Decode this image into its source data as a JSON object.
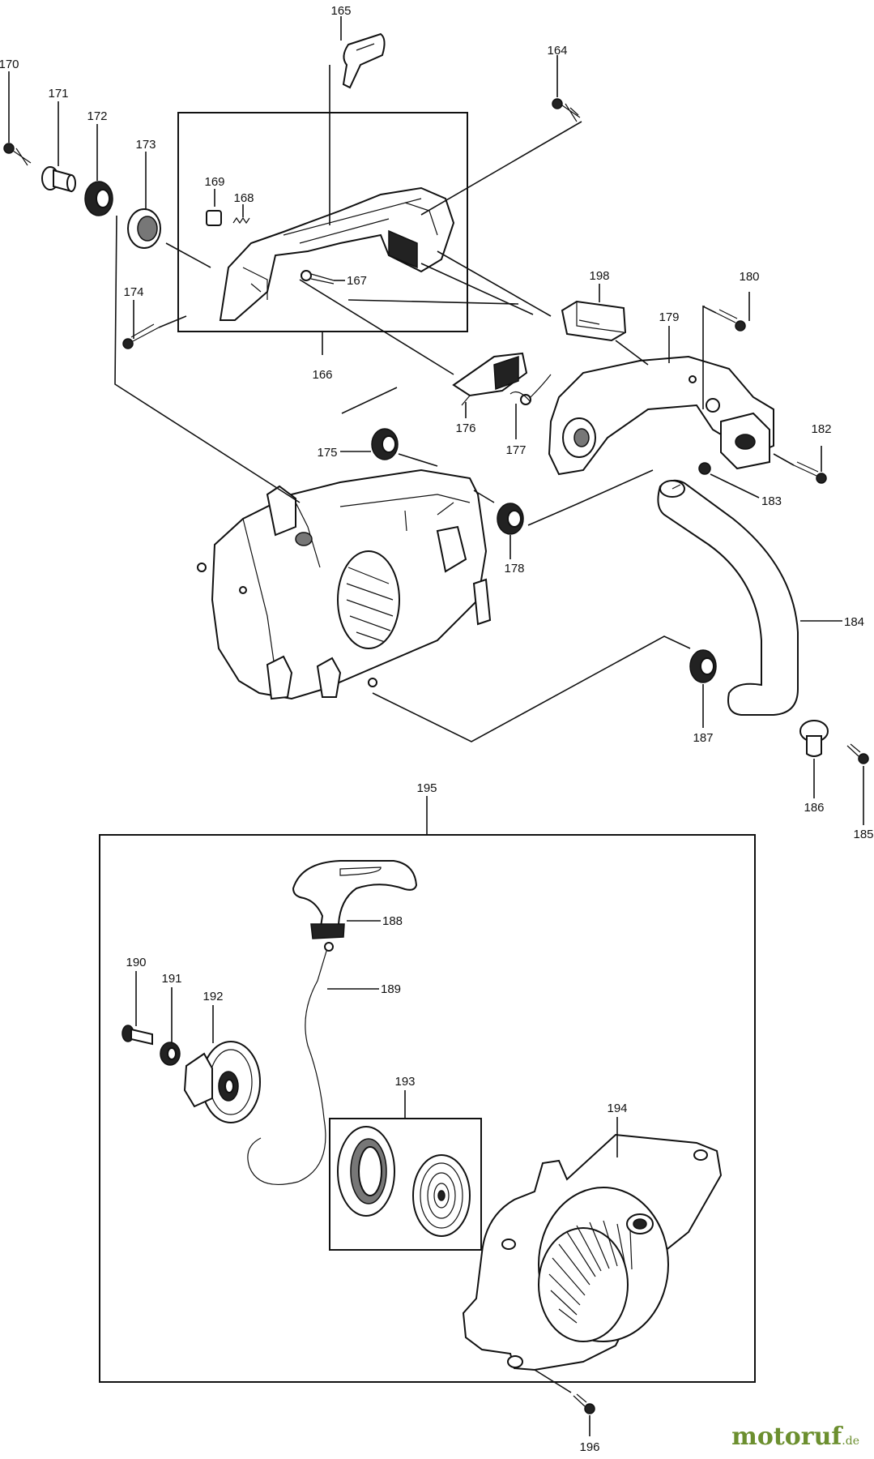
{
  "labels": {
    "p164": "164",
    "p165": "165",
    "p166": "166",
    "p167": "167",
    "p168": "168",
    "p169": "169",
    "p170": "170",
    "p171": "171",
    "p172": "172",
    "p173": "173",
    "p174": "174",
    "p175": "175",
    "p176": "176",
    "p177": "177",
    "p178": "178",
    "p179": "179",
    "p180": "180",
    "p182": "182",
    "p183": "183",
    "p184": "184",
    "p185": "185",
    "p186": "186",
    "p187": "187",
    "p188": "188",
    "p189": "189",
    "p190": "190",
    "p191": "191",
    "p192": "192",
    "p193": "193",
    "p194": "194",
    "p195": "195",
    "p196": "196",
    "p198": "198"
  },
  "watermark": {
    "main": "motoruf",
    "tld": ".de"
  },
  "colors": {
    "line": "#111111",
    "watermark": "#6c8f2f"
  }
}
